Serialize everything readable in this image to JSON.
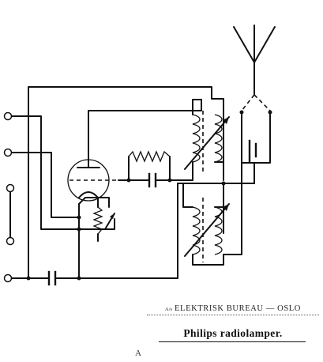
{
  "header": {
    "company_prefix": "A/s",
    "company_name": "ELEKTRISK BUREAU — OSLO",
    "brand": "Philips radiolamper.",
    "sheet_letter": "A"
  },
  "schematic": {
    "components": [
      "antenna-icon",
      "vacuum-tube-icon",
      "rheostat-icon",
      "variable-coupler-icon",
      "crystal-detector-icon",
      "capacitor-icon",
      "resistor-icon",
      "terminal-icon"
    ],
    "line_color": "#111111",
    "background": "#ffffff"
  }
}
